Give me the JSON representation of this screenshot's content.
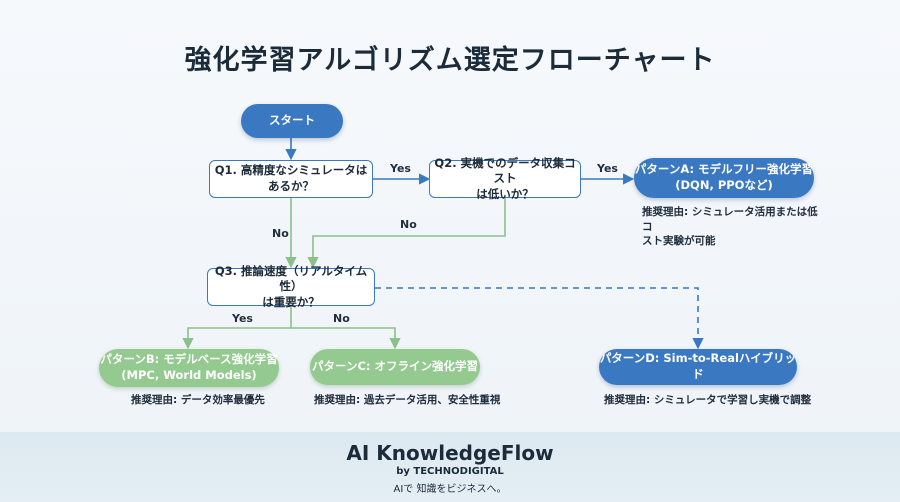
{
  "title": "強化学習アルゴリズム選定フローチャート",
  "nodes": {
    "start": "スタート",
    "q1": "Q1. 高精度なシミュレータは\nあるか？",
    "q2": "Q2. 実機でのデータ収集コスト\nは低いか？",
    "q3": "Q3. 推論速度（リアルタイム性）\nは重要か？",
    "pattern_a": "パターンA: モデルフリー強化学習\n(DQN, PPOなど)",
    "pattern_b": "パターンB: モデルベース強化学習\n(MPC, World Models)",
    "pattern_c": "パターンC: オフライン強化学習",
    "pattern_d": "パターンD: Sim-to-Realハイブリッド"
  },
  "edges": {
    "q1_q2": "Yes",
    "q2_a": "Yes",
    "q1_q3": "No",
    "q2_q3": "No",
    "q3_b": "Yes",
    "q3_c": "No"
  },
  "notes": {
    "label": "推奨理由:",
    "a": "シミュレータ活用または低コ\nスト実験が可能",
    "b": "データ効率最優先",
    "c": "過去データ活用、安全性重視",
    "d": "シミュレータで学習し実機で調整"
  },
  "footer": {
    "brand": "AI KnowledgeFlow",
    "by": "by TECHNODIGITAL",
    "tagline": "AIで 知識をビジネスへ。"
  },
  "colors": {
    "blue": "#3a78c2",
    "green": "#94c98f",
    "edge_green": "#8cc08a",
    "edge_blue": "#3a78c2"
  }
}
